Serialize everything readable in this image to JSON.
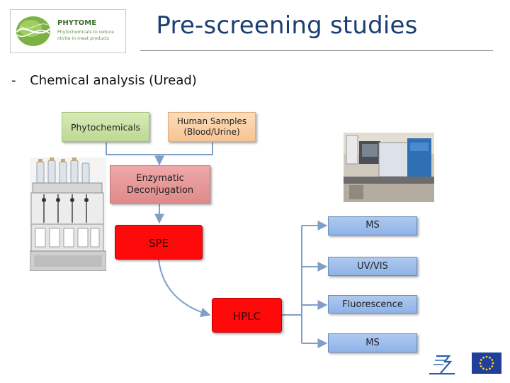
{
  "header": {
    "logo_name": "PHYTOME",
    "logo_tagline": "Phytochemicals to reduce nitrite in meat products",
    "title": "Pre-screening studies"
  },
  "bullet": {
    "marker": "-",
    "text": "Chemical analysis (Uread)"
  },
  "diagram": {
    "phytochemicals": "Phytochemicals",
    "human_samples_line1": "Human Samples",
    "human_samples_line2": "(Blood/Urine)",
    "enzymatic_line1": "Enzymatic",
    "enzymatic_line2": "Deconjugation",
    "spe": "SPE",
    "hplc": "HPLC",
    "detectors": [
      "MS",
      "UV/VIS",
      "Fluorescence",
      "MS"
    ]
  },
  "colors": {
    "title": "#1c3f73",
    "green_box": "#c9e1a4",
    "peach_box": "#f9cfa6",
    "rose_box": "#e69898",
    "red_box": "#ff0a0a",
    "blue_box": "#9dbeec",
    "connector": "#7f9fc9"
  },
  "icons": [
    "phytome-leaf-logo",
    "eu-flag-icon",
    "fp7-logo-icon",
    "spe-instrument-photo",
    "mass-spectrometer-photo"
  ]
}
